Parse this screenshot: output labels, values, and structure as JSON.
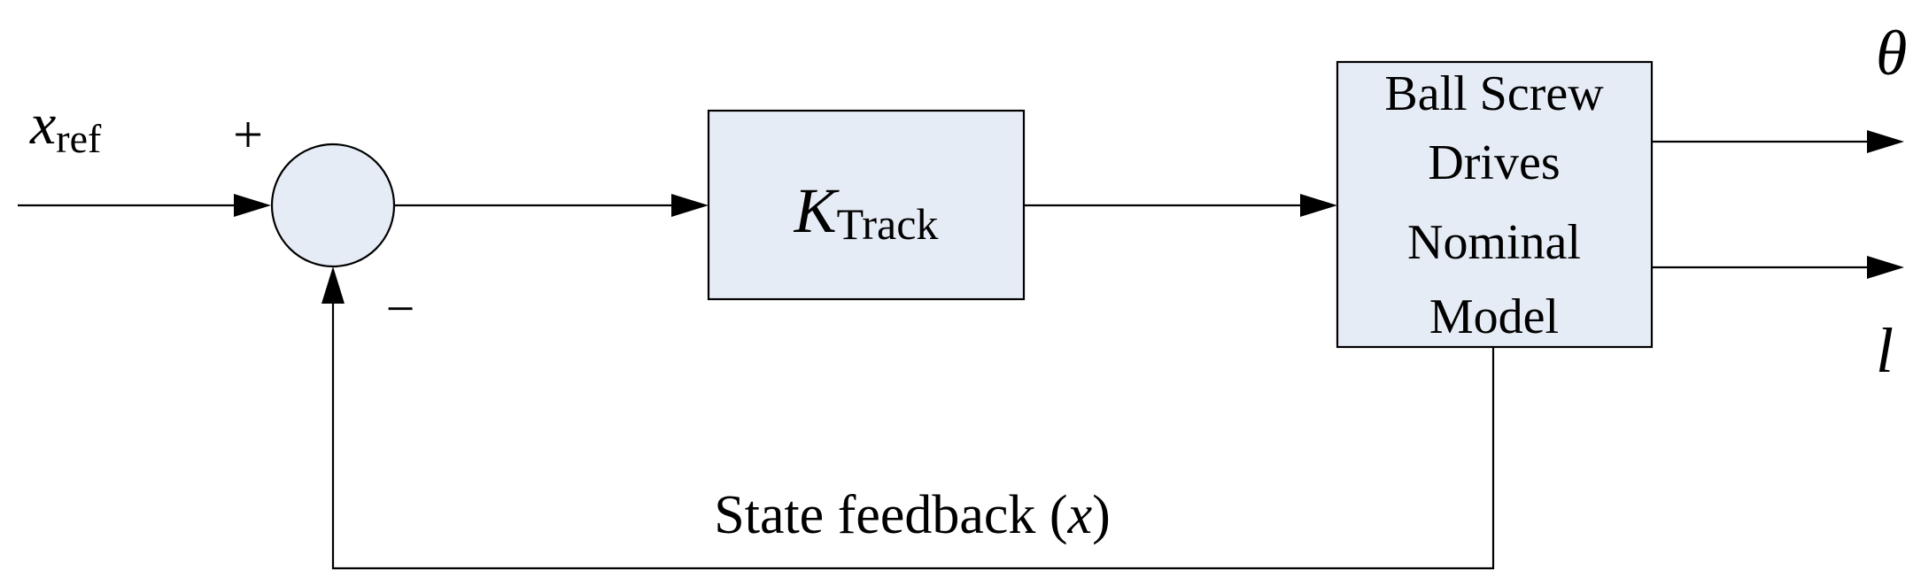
{
  "input": {
    "symbol": "x",
    "subscript": "ref"
  },
  "summing_junction": {
    "plus_sign": "+",
    "minus_sign": "−"
  },
  "controller_block": {
    "symbol": "K",
    "subscript": "Track"
  },
  "plant_block": {
    "lines": [
      "Ball Screw",
      "Drives",
      "Nominal",
      "Model"
    ]
  },
  "outputs": {
    "top": "θ",
    "bottom": "l"
  },
  "feedback": {
    "label_prefix": "State feedback (",
    "label_var": "x",
    "label_suffix": ")"
  },
  "colors": {
    "block_fill": "#e6ecf5",
    "line": "#000000",
    "background": "#ffffff"
  }
}
